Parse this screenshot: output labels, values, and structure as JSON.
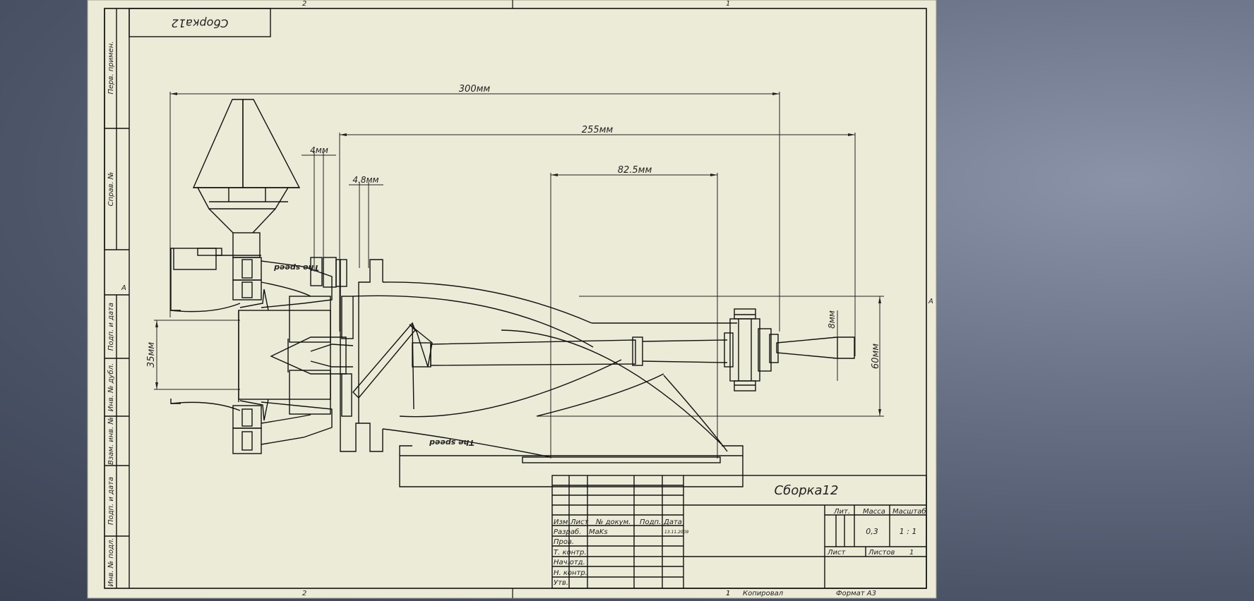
{
  "sheet": {
    "zone_top_left": "2",
    "zone_top_right": "1",
    "zone_bottom_left": "2",
    "zone_bottom_right": "1",
    "zone_side_left": "A",
    "zone_side_right": "A",
    "mirrored_title": "Сборка12"
  },
  "side_stamp": {
    "perv_primen": "Перв. примен.",
    "sprav_no": "Справ. №",
    "podp_data_1": "Подп. и дата",
    "inv_dubl": "Инв. № дубл.",
    "vzam_inv": "Взам. инв. №",
    "podp_data_2": "Подп. и дата",
    "inv_podl": "Инв. № подл."
  },
  "dimensions": {
    "d300": "300мм",
    "d255": "255мм",
    "d82": "82.5мм",
    "d4": "4мм",
    "d48": "4.8мм",
    "d35": "35мм",
    "d8": "8мм",
    "d60": "60мм"
  },
  "drawing_labels": {
    "speed_top": "The speed",
    "speed_bottom": "The speed"
  },
  "title_block": {
    "title": "Сборка12",
    "col_izm": "Изм",
    "col_list": "Лист",
    "col_docum": "№ докум.",
    "col_podp": "Подп.",
    "col_data": "Дата",
    "row_razrab": "Разраб.",
    "razrab_name": "MaKs",
    "razrab_date": "13.11.2009",
    "row_prov": "Пров.",
    "row_tkontr": "Т. контр.",
    "row_nachotd": "Нач.отд.",
    "row_nkontr": "Н. контр.",
    "row_utv": "Утв.",
    "lit": "Лит.",
    "massa": "Масса",
    "masshtab": "Масштаб",
    "massa_value": "0,3",
    "masshtab_value": "1 : 1",
    "list": "Лист",
    "listov": "Листов",
    "listov_value": "1"
  },
  "footer": {
    "kopiroval": "Копировал",
    "format": "Формат A3",
    "sheet_num": "1"
  }
}
